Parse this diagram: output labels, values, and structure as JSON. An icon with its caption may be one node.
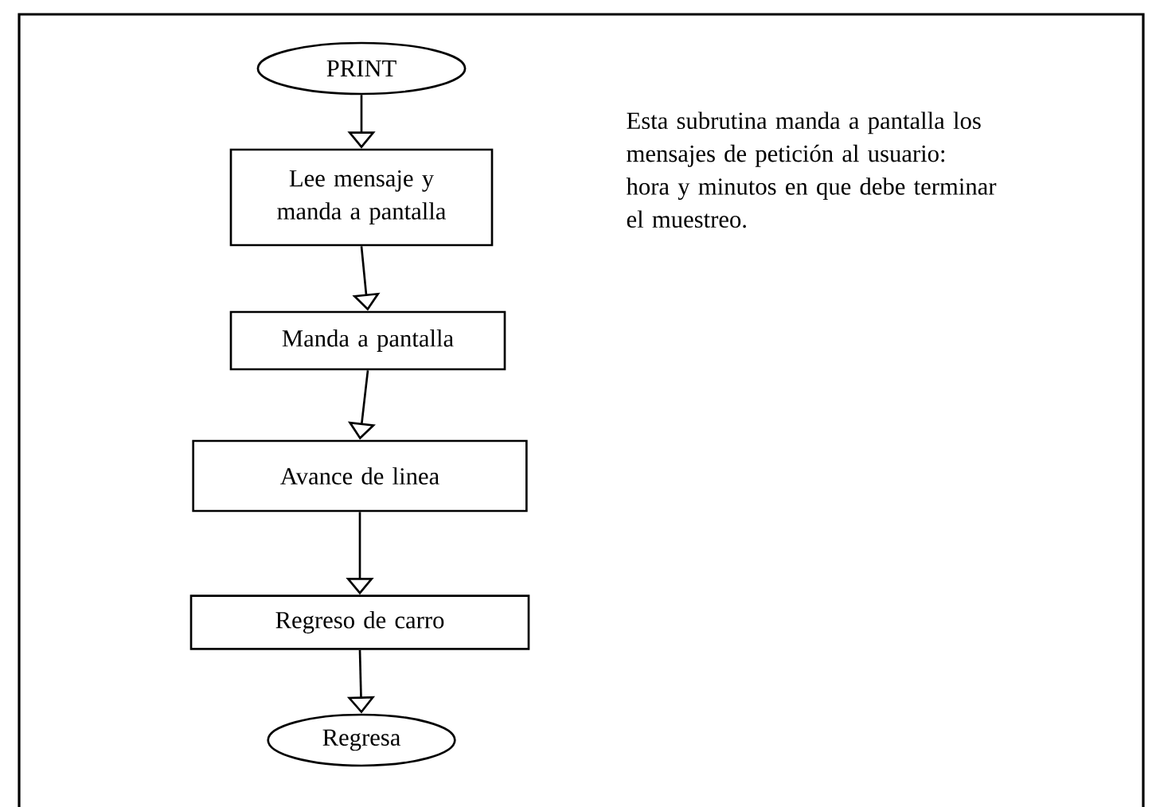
{
  "diagram": {
    "nodes": [
      {
        "text": [
          "PRINT"
        ]
      },
      {
        "text": [
          "Lee mensaje y manda a pantalla"
        ]
      },
      {
        "text": [
          "Manda a pantalla"
        ]
      },
      {
        "text": [
          "Avance de linea"
        ]
      },
      {
        "text": [
          "Regreso de carro"
        ]
      },
      {
        "text": [
          "Regresa"
        ]
      }
    ],
    "edges": [
      {
        "from": 0,
        "to": 1,
        "arrow": "to"
      },
      {
        "from": 1,
        "to": 2,
        "arrow": "to"
      },
      {
        "from": 2,
        "to": 3,
        "arrow": "to"
      },
      {
        "from": 3,
        "to": 4,
        "arrow": "to"
      },
      {
        "from": 4,
        "to": 5,
        "arrow": "to"
      }
    ],
    "labels": [
      "Esta subrutina manda a pantalla los mensajes de petición al usuario: hora y minutos en que debe terminar el muestreo."
    ]
  }
}
